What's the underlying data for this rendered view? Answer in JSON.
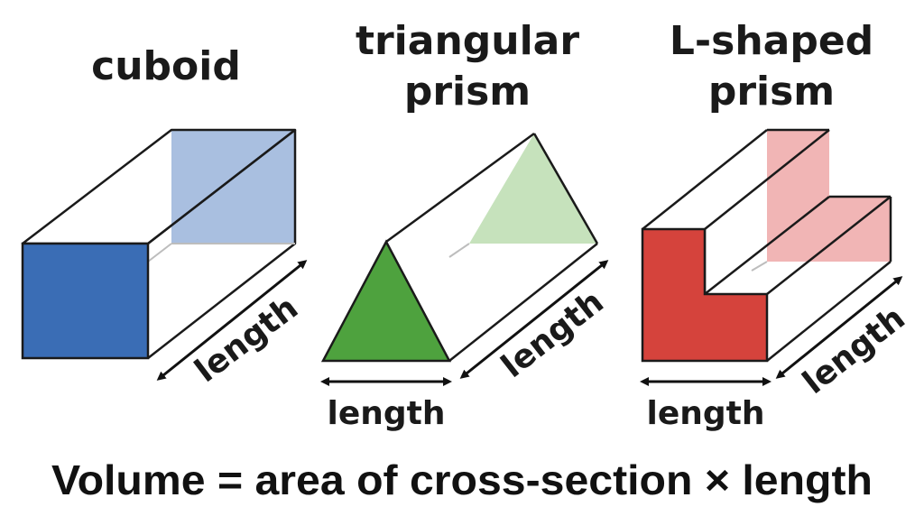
{
  "shapes": {
    "cuboid": {
      "title": "cuboid",
      "length_label": "length"
    },
    "triangular": {
      "title_line1": "triangular",
      "title_line2": "prism",
      "length_label": "length",
      "base_label": "length"
    },
    "lshaped": {
      "title_line1": "L-shaped",
      "title_line2": "prism",
      "length_label": "length",
      "base_label": "length"
    }
  },
  "formula": "Volume = area of cross-section × length",
  "colors": {
    "cuboid_face": "#3a6db5",
    "cuboid_back": "#a9bfe0",
    "triangle_face": "#4ea23e",
    "triangle_back": "#c6e2bc",
    "lshape_face": "#d5433c",
    "lshape_back": "#f1b5b5"
  }
}
